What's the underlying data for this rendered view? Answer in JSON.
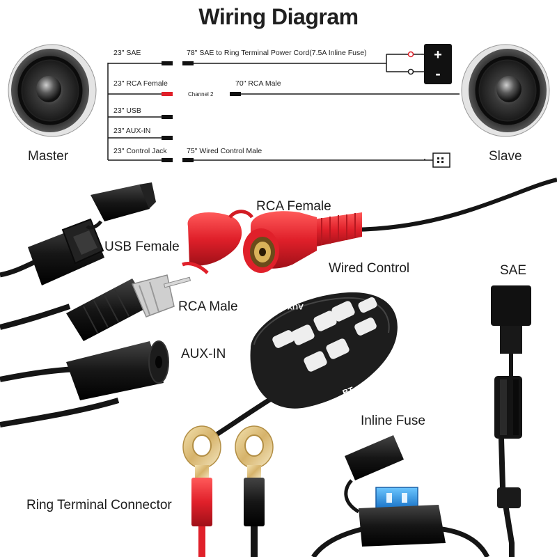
{
  "title": "Wiring Diagram",
  "speakers": {
    "master": "Master",
    "slave": "Slave"
  },
  "wires": {
    "sae_short": "23\" SAE",
    "sae_long": "78\" SAE to Ring Terminal Power Cord(7.5A Inline Fuse)",
    "rca_female_short": "23\" RCA Female",
    "channel": "Channel 2",
    "rca_male_long": "70\" RCA Male",
    "usb_short": "23\" USB",
    "aux_short": "23\" AUX-IN",
    "control_short": "23\" Control Jack",
    "control_long": "75\" Wired Control Male"
  },
  "battery": {
    "plus": "+",
    "minus": "-"
  },
  "parts": {
    "rca_female": "RCA Female",
    "usb_female": "USB Female",
    "wired_control": "Wired Control",
    "sae": "SAE",
    "rca_male": "RCA Male",
    "aux_in": "AUX-IN",
    "inline_fuse": "Inline Fuse",
    "ring_terminal": "Ring Terminal Connector"
  },
  "remote": {
    "aux": "AUX",
    "bt": "BT"
  },
  "colors": {
    "wire": "#1a1a1a",
    "red_accent": "#e0202a",
    "fuse_blue": "#2f8fe0",
    "cable_black": "#151515"
  }
}
